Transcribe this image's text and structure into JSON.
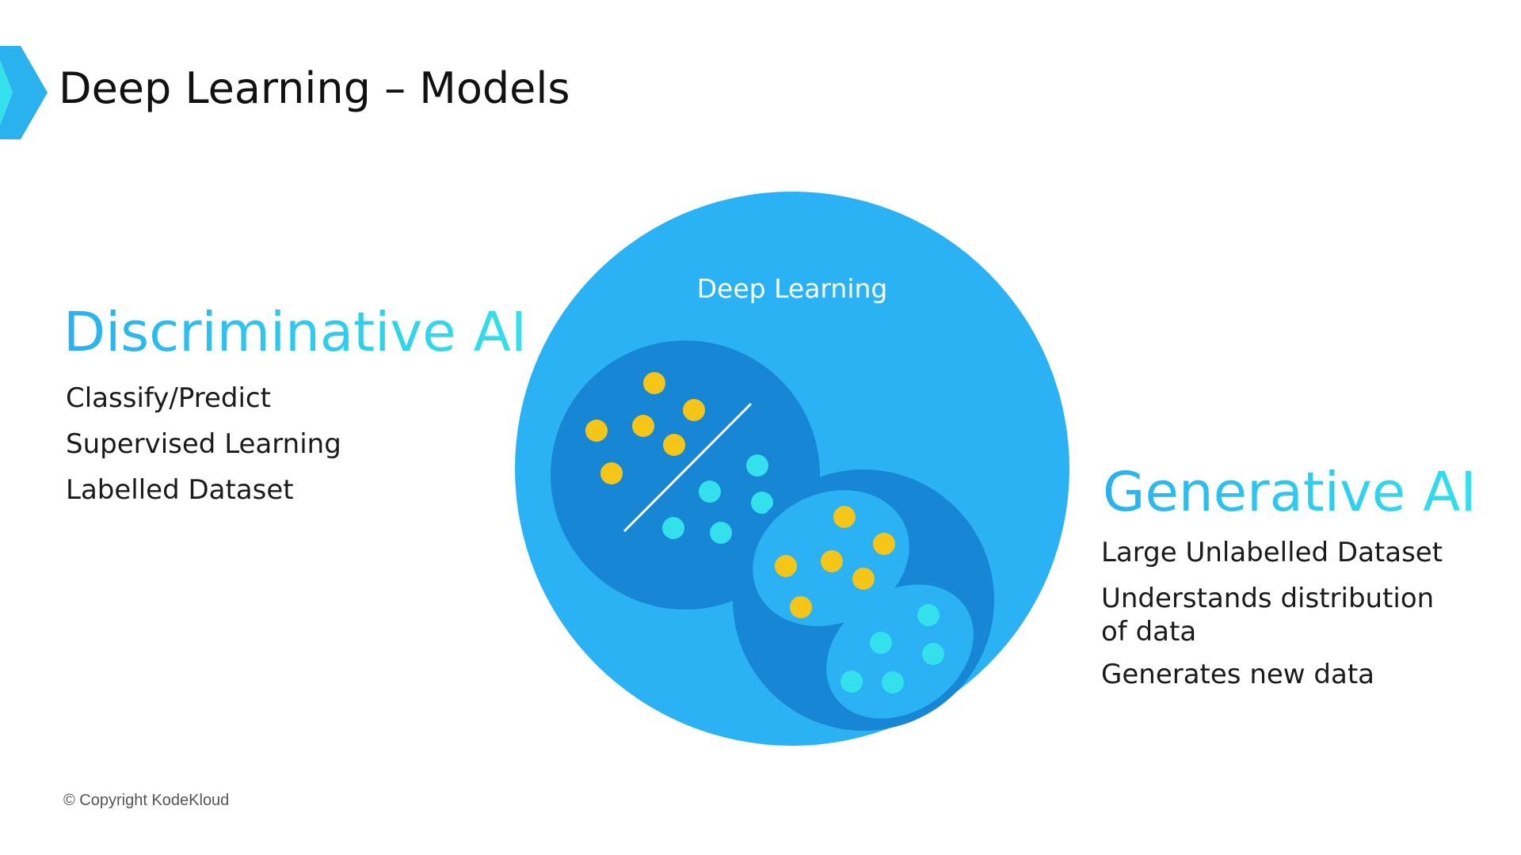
{
  "slide": {
    "title": "Deep Learning – Models",
    "copyright": "© Copyright KodeKloud"
  },
  "discriminative": {
    "heading": "Discriminative AI",
    "points": [
      "Classify/Predict",
      "Supervised Learning",
      "Labelled Dataset"
    ]
  },
  "generative": {
    "heading": "Generative AI",
    "points": [
      "Large Unlabelled Dataset",
      "Understands distribution of data",
      "Generates new data"
    ]
  },
  "diagram": {
    "outer_label": "Deep Learning"
  },
  "colors": {
    "accent": "#2ab2ee",
    "accent_light": "#33e0ec",
    "outer_circle": "#2ab2f4",
    "inner_circle": "#1787d5",
    "ellipse": "#2ab2f4",
    "dot_yellow": "#f5c518",
    "dot_cyan": "#33e0ec"
  }
}
